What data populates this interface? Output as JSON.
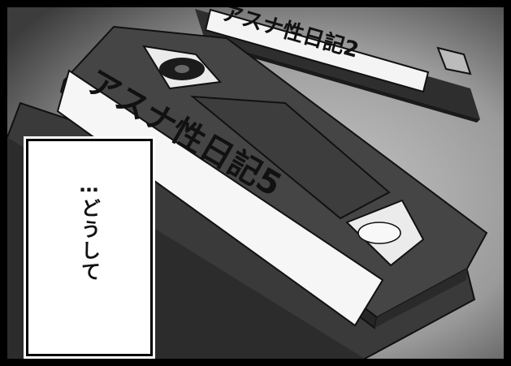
{
  "panel": {
    "tape_back_label": "アスナ性日記2",
    "tape_front_label": "アスナ性日記5"
  },
  "caption": {
    "text": "…どうして"
  }
}
